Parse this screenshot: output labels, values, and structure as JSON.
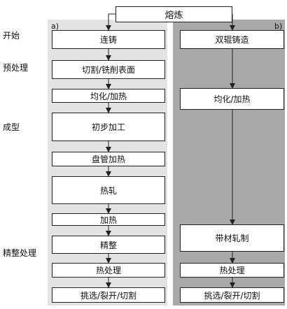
{
  "top_box": "熔炼",
  "panel_a_label": "a)",
  "panel_b_label": "b)",
  "stages": [
    "开始",
    "预处理",
    "成型",
    "精整处理"
  ],
  "route_a": [
    "连铸",
    "切割/铣削表面",
    "均化/加热",
    "初步加工",
    "盘管加热",
    "热轧",
    "加热",
    "精整",
    "热处理",
    "挑选/裂开/切割"
  ],
  "route_b": [
    "双辊铸造",
    "均化/加热",
    "带材轧制",
    "热处理",
    "挑选/裂开/切割"
  ]
}
